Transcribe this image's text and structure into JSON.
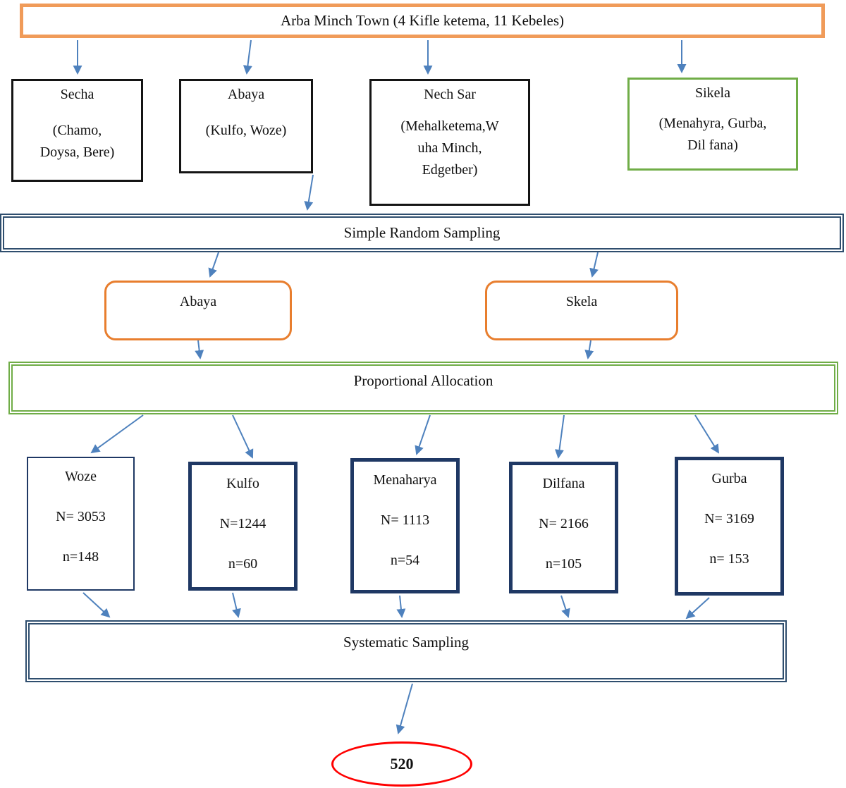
{
  "diagram": {
    "root": {
      "label": "Arba Minch Town (4 Kifle ketema, 11 Kebeles)"
    },
    "kifle_ketema": [
      {
        "name": "Secha",
        "detail": "(Chamo,\nDoysa, Bere)"
      },
      {
        "name": "Abaya",
        "detail": "(Kulfo, Woze)"
      },
      {
        "name": "Nech Sar",
        "detail": "(Mehalketema,W\nuha Minch,\nEdgetber)"
      },
      {
        "name": "Sikela",
        "detail": "(Menahyra, Gurba,\nDil fana)"
      }
    ],
    "stage_simple_random": {
      "label": "Simple Random Sampling"
    },
    "selected_kifle": [
      {
        "name": "Abaya"
      },
      {
        "name": "Skela"
      }
    ],
    "stage_proportional": {
      "label": "Proportional Allocation"
    },
    "kebeles": [
      {
        "name": "Woze",
        "population": "N= 3053",
        "sample": "n=148"
      },
      {
        "name": "Kulfo",
        "population": "N=1244",
        "sample": "n=60"
      },
      {
        "name": "Menaharya",
        "population": "N= 1113",
        "sample": "n=54"
      },
      {
        "name": "Dilfana",
        "population": "N= 2166",
        "sample": "n=105"
      },
      {
        "name": "Gurba",
        "population": "N= 3169",
        "sample": "n= 153"
      }
    ],
    "stage_systematic": {
      "label": "Systematic Sampling"
    },
    "total_sample": {
      "value": "520"
    }
  },
  "colors": {
    "top_bar_border": "#F09B59",
    "rounded_box_border": "#E87E2E",
    "green_border": "#70AD47",
    "sample_box_border": "#1F3864",
    "stage_bar_border": "#2F4E6E",
    "arrow": "#4E81BD",
    "total_ellipse_border": "#FF0000"
  }
}
